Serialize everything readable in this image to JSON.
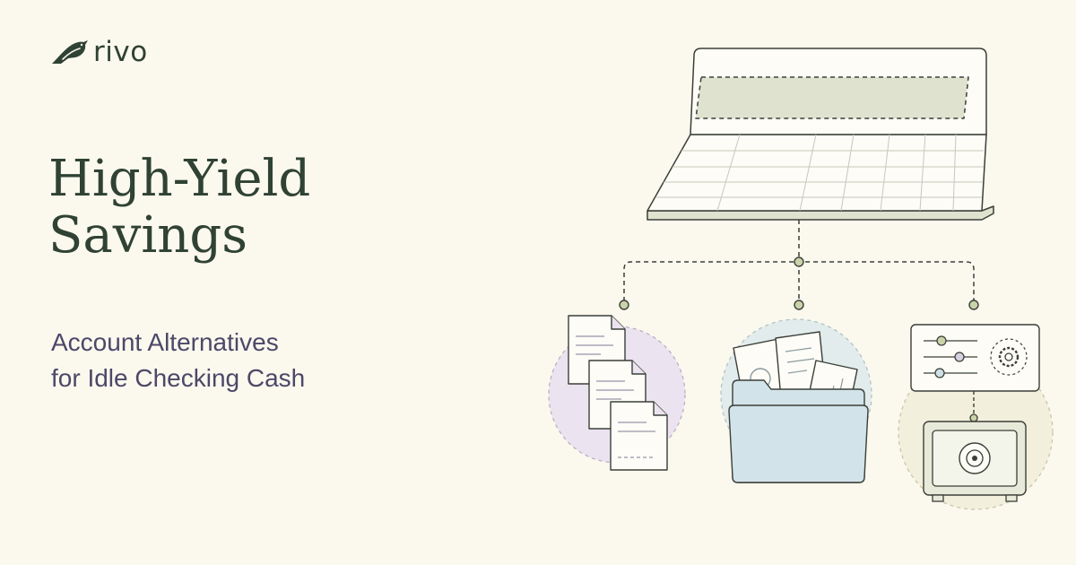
{
  "brand": {
    "name": "rivo",
    "icon": "bird-icon"
  },
  "title": {
    "line1": "High-Yield",
    "line2": "Savings"
  },
  "subtitle": {
    "line1": "Account Alternatives",
    "line2": "for Idle Checking Cash"
  },
  "colors": {
    "background": "#fbf8ee",
    "brand_green": "#2f4233",
    "subtitle_purple": "#4c4868",
    "tray_fill": "#dfe2cf",
    "paper": "#fdfcf6",
    "lavender": "#ebe3ef",
    "sky": "#e2ecec",
    "sand": "#f2f0dc",
    "folder_blue": "#d2e3ea",
    "node_green": "#c9d3a9"
  },
  "illustration": {
    "top": "spreadsheet-tray",
    "branches": [
      "document-stack",
      "folder-of-reports",
      "control-panel-safe"
    ]
  }
}
